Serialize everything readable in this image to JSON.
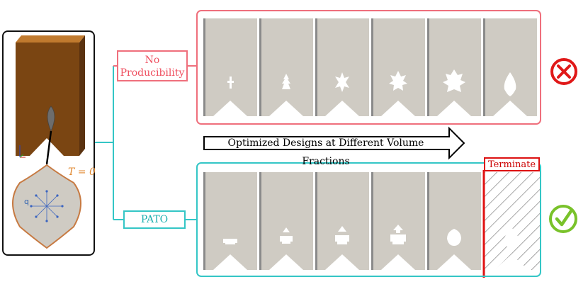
{
  "labels": {
    "no_producibility_line1": "No",
    "no_producibility_line2": "Producibility",
    "pato": "PATO",
    "arrow_caption": "Optimized Designs at Different Volume Fractions",
    "terminate": "Terminate",
    "temperature": "T = 0",
    "flux": "q"
  },
  "colors": {
    "fail": "#ef6f7c",
    "success": "#34c6c6",
    "fail_icon": "#e01818",
    "success_icon": "#79c22a",
    "terminate": "#e01010",
    "block": "#7a4512",
    "panel_fill": "#cfcbc3"
  },
  "icons": {
    "fail": "x-circle-icon",
    "success": "check-circle-icon"
  }
}
